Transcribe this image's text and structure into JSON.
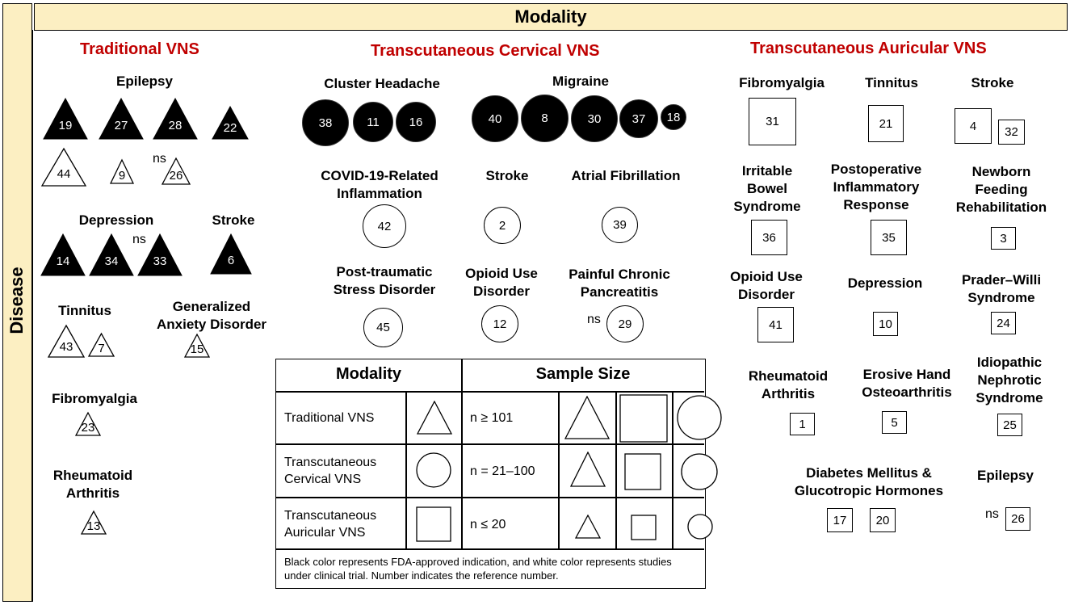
{
  "header": {
    "title": "Modality"
  },
  "side": {
    "label": "Disease"
  },
  "columns": [
    "Traditional VNS",
    "Transcutaneous Cervical VNS",
    "Transcutaneous Auricular VNS"
  ],
  "labels": {
    "tv_epilepsy": "Epilepsy",
    "tv_depression": "Depression",
    "tv_stroke": "Stroke",
    "tv_tinnitus": "Tinnitus",
    "tv_gad": "Generalized\nAnxiety Disorder",
    "tv_fibro": "Fibromyalgia",
    "tv_ra": "Rheumatoid\nArthritis",
    "tc_cluster": "Cluster Headache",
    "tc_migraine": "Migraine",
    "tc_covid": "COVID-19-Related\nInflammation",
    "tc_stroke": "Stroke",
    "tc_af": "Atrial Fibrillation",
    "tc_ptsd": "Post-traumatic\nStress Disorder",
    "tc_oud": "Opioid Use\nDisorder",
    "tc_pcp": "Painful Chronic\nPancreatitis",
    "ta_fibro": "Fibromyalgia",
    "ta_tinnitus": "Tinnitus",
    "ta_stroke": "Stroke",
    "ta_ibs": "Irritable\nBowel\nSyndrome",
    "ta_postop": "Postoperative\nInflammatory\nResponse",
    "ta_newborn": "Newborn\nFeeding\nRehabilitation",
    "ta_oud": "Opioid Use\nDisorder",
    "ta_depression": "Depression",
    "ta_pws": "Prader–Willi\nSyndrome",
    "ta_ra": "Rheumatoid\nArthritis",
    "ta_eho": "Erosive Hand\nOsteoarthritis",
    "ta_ins": "Idiopathic\nNephrotic\nSyndrome",
    "ta_dm": "Diabetes Mellitus &\nGlucotropic Hormones",
    "ta_epilepsy": "Epilepsy"
  },
  "ns_text": "ns",
  "refs": {
    "t19": "19",
    "t27": "27",
    "t28": "28",
    "t22": "22",
    "t44": "44",
    "t9": "9",
    "t26": "26",
    "t14": "14",
    "t34": "34",
    "t33": "33",
    "t6": "6",
    "t43": "43",
    "t7": "7",
    "t15": "15",
    "t23": "23",
    "t13": "13",
    "c38": "38",
    "c11": "11",
    "c16": "16",
    "c40": "40",
    "c8": "8",
    "c30": "30",
    "c37": "37",
    "c18": "18",
    "c42": "42",
    "c2": "2",
    "c39": "39",
    "c45": "45",
    "c12": "12",
    "c29": "29",
    "s31": "31",
    "s21": "21",
    "s4": "4",
    "s32": "32",
    "s36": "36",
    "s35": "35",
    "s3": "3",
    "s41": "41",
    "s10": "10",
    "s24": "24",
    "s1": "1",
    "s5": "5",
    "s25": "25",
    "s17": "17",
    "s20": "20",
    "s26": "26"
  },
  "legend": {
    "modality_header": "Modality",
    "sample_header": "Sample Size",
    "rows": [
      {
        "modality": "Traditional VNS",
        "sample": "n ≥ 101"
      },
      {
        "modality": "Transcutaneous\nCervical VNS",
        "sample": "n = 21–100"
      },
      {
        "modality": "Transcutaneous\nAuricular VNS",
        "sample": "n ≤ 20"
      }
    ],
    "note": "Black color represents FDA-approved indication, and white color represents studies under clinical trial. Number indicates the reference number."
  },
  "colors": {
    "header_fill": "#fcefc2",
    "column_title": "#c00000",
    "approved_fill": "#000000",
    "trial_fill": "#ffffff"
  }
}
